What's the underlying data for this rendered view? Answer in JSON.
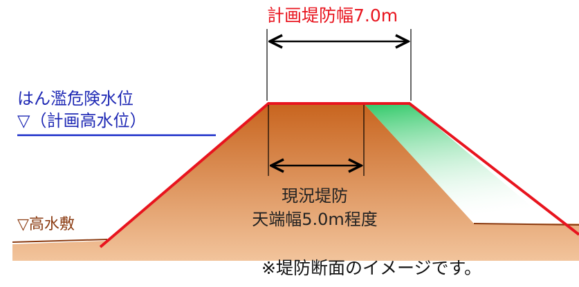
{
  "labels": {
    "planned_width": "計画堤防幅7.0m",
    "flood_level_line1": "はん濫危険水位",
    "flood_level_line2": "▽（計画高水位）",
    "high_water_bed": "▽高水敷",
    "current_crest_line1": "現況堤防",
    "current_crest_line2": "天端幅5.0m程度",
    "note": "※堤防断面のイメージです。"
  },
  "colors": {
    "planned_outline": "#e8141e",
    "flood_line": "#1428c8",
    "existing_levee_top": "#c8641e",
    "existing_levee_bottom": "#f2c49c",
    "widening_green": "#2ec866",
    "ground": "#f2c49c",
    "ground_line": "#8a3a10",
    "arrow": "#000000",
    "guide_line": "#000000"
  },
  "icons": {
    "double_arrow": "double-headed-arrow-icon",
    "water_level_marker": "inverted-triangle-icon"
  }
}
